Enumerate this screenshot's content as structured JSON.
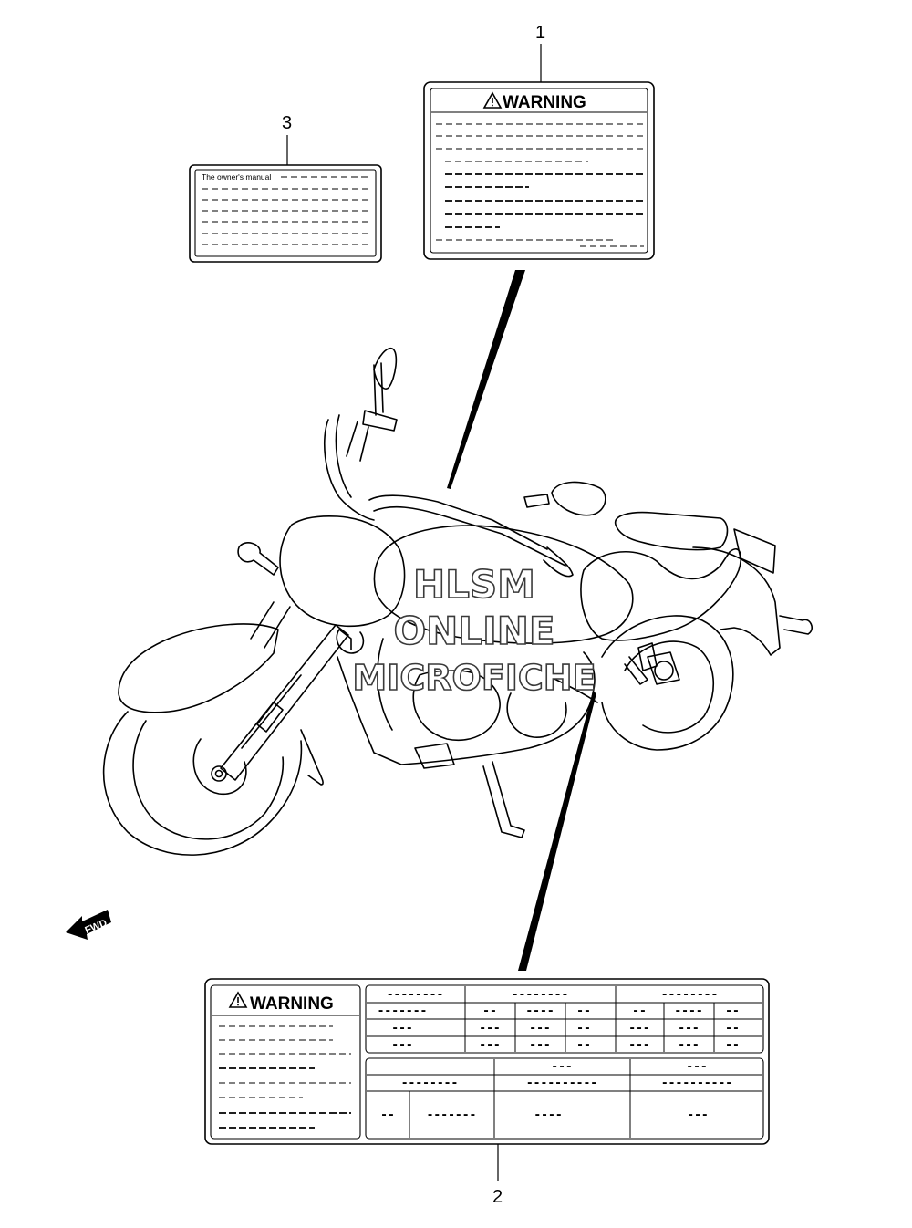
{
  "callouts": [
    {
      "id": "label-1",
      "number": "1"
    },
    {
      "id": "label-2",
      "number": "2"
    },
    {
      "id": "label-3",
      "number": "3"
    }
  ],
  "label_1": {
    "heading": "WARNING"
  },
  "label_2": {
    "heading": "WARNING",
    "table_top": {
      "header": [
        "--------",
        "--------",
        "--------"
      ],
      "rows": [
        [
          "-------",
          "--",
          "----",
          "--",
          "--",
          "----",
          "--"
        ],
        [
          "---",
          "---",
          "---",
          "--",
          "---",
          "---",
          "--"
        ],
        [
          "---",
          "---",
          "---",
          "--",
          "---",
          "---",
          "--"
        ]
      ]
    },
    "table_bottom": {
      "header": [
        "",
        "---",
        "---"
      ],
      "subheader": [
        "--------",
        "----------",
        "----------"
      ],
      "row": [
        "--",
        "-------",
        "----",
        "---"
      ]
    }
  },
  "label_3": {
    "heading": "The owner's manual"
  },
  "watermark": {
    "line1": "HLSM",
    "line2": "ONLINE",
    "line3": "MICROFICHE"
  },
  "fwd_arrow": {
    "text": "FWD"
  }
}
